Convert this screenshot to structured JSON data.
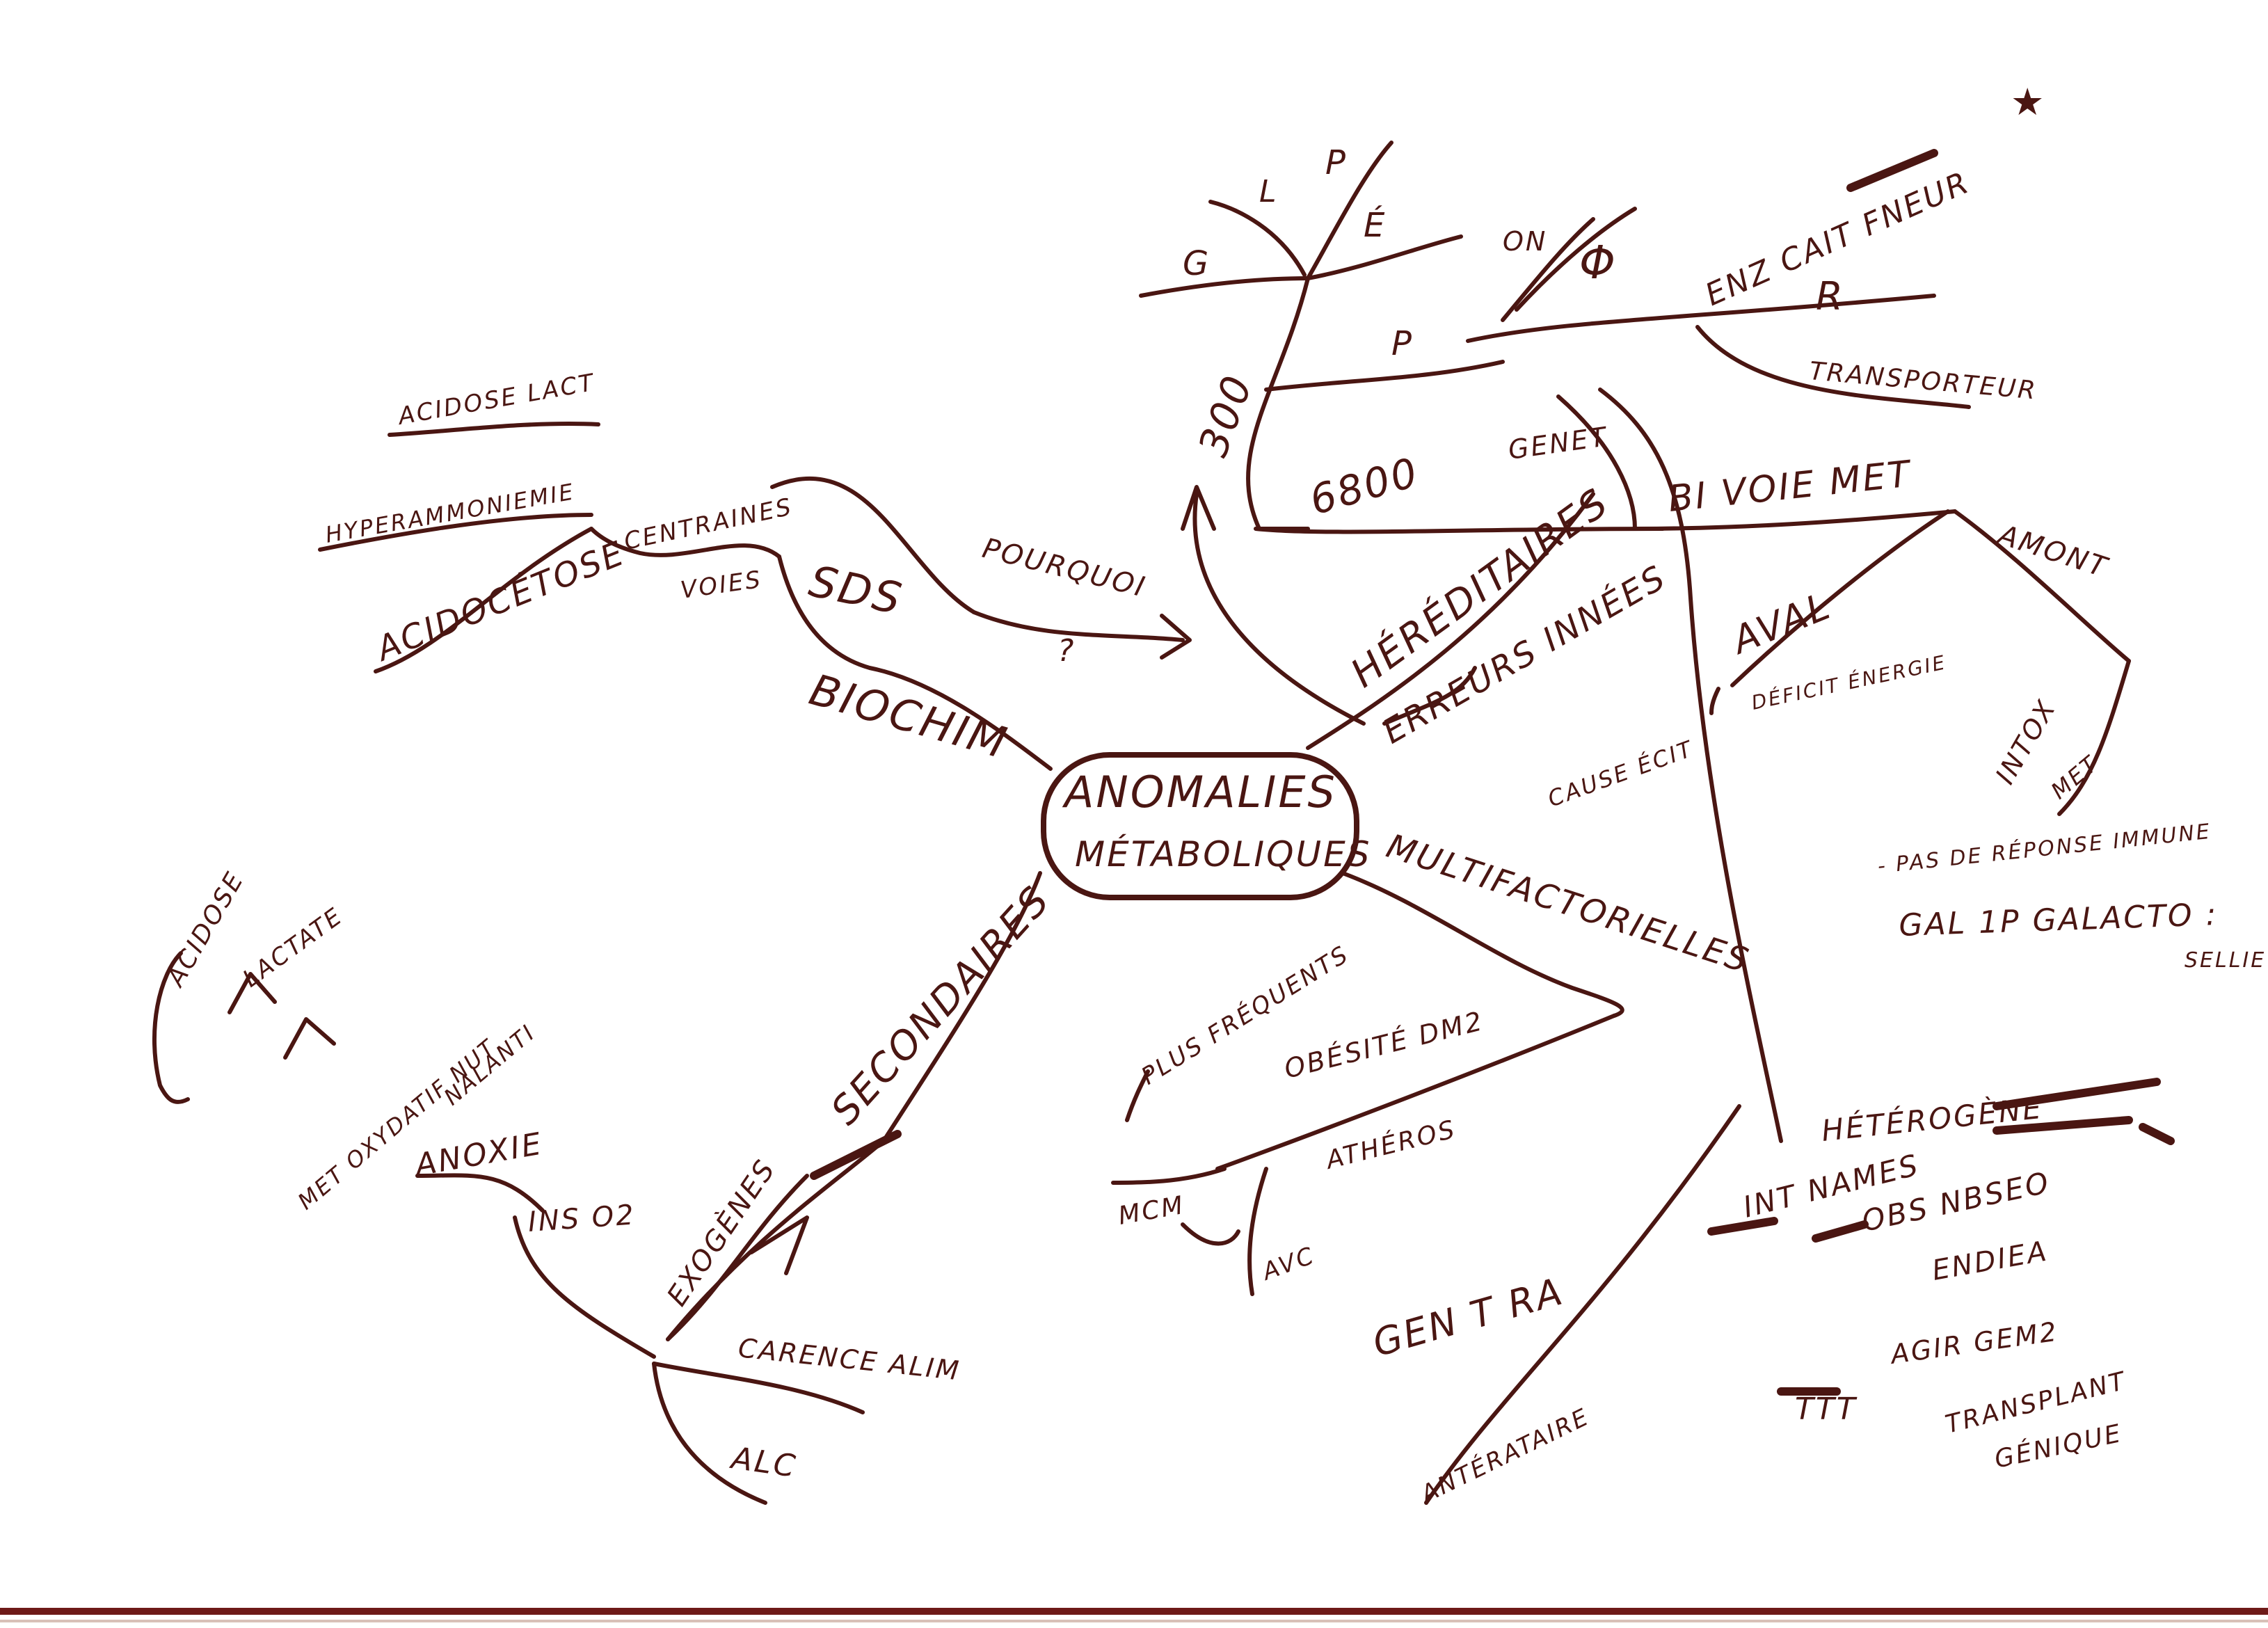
{
  "colors": {
    "ink": "#4a1612",
    "paper": "#ffffff",
    "border": "#6e1a18"
  },
  "center": {
    "line1": "ANOMALIES",
    "line2": "MÉTABOLIQUES"
  },
  "biochim": {
    "biochim": "BIOCHIM",
    "sds": "SDS",
    "voies": "VOIES",
    "centraines": "CENTRAINES",
    "acidose_lactique": "ACIDOSE LACT",
    "hyperammoniemie": "HYPERAMMONIEMIE",
    "acidocetose": "ACIDOCÉTOSE",
    "pourquoi": "POURQUOI",
    "question": "?"
  },
  "heredit": {
    "hereditaires": "HÉRÉDITAIRES",
    "erreurs_innees": "ERREURS INNÉES",
    "e6800": "6800",
    "genet": "GENET",
    "e300": "300",
    "g": "G",
    "l": "L",
    "p": "P",
    "e": "É",
    "p2": "P",
    "on": "ON",
    "phi": "Φ",
    "enz_cait_fneur": "ENZ CAIT FNEUR",
    "star": "★",
    "r": "R",
    "transporteur": "TRANSPORTEUR",
    "bi_voie_met": "BI VOIE MET",
    "amont": "AMONT",
    "aval": "AVAL",
    "deficit_energie": "DÉFICIT ÉNERGIE",
    "intox": "INTOX",
    "met": "MET",
    "pas_de_reponse_immune": "- PAS DE RÉPONSE IMMUNE",
    "gal_1p_galacto": "GAL 1P GALACTO :",
    "sellie": "SELLIE",
    "cause_ecit": "CAUSE ÉCIT"
  },
  "multi": {
    "multifactorielles": "MULTIFACTORIELLES",
    "plus_frequents": "PLUS FRÉQUENTS",
    "obesite_dm2": "OBÉSITÉ DM2",
    "atheros": "ATHÉROS",
    "mcm": "MCM",
    "avc": "AVC",
    "gen_t_ra": "GEN T RA",
    "ant_ra_ataire": "ANTÉRATAIRE"
  },
  "heterogene": {
    "heterogene": "HÉTÉROGÈNE",
    "int_names": "INT NAMES",
    "obs_nbseo": "OBS NBSEO",
    "endiea": "ENDIEA",
    "ttt": "TTT",
    "agir_gem2": "AGIR GEM2",
    "transplant": "TRANSPLANT",
    "genique": "GÉNIQUE"
  },
  "secondaires": {
    "secondaires": "SECONDAIRES",
    "exogenes": "EXOGÈNES",
    "anoxie": "ANOXIE",
    "ins_o2": "INS O2",
    "carence_alim": "CARENCE ALIM",
    "alc": "ALC",
    "acidose": "ACIDOSE",
    "lactate": "LACTATE",
    "met_oxydatif_nut": "MET OXYDATIF NUT",
    "nalanti": "NALANTI"
  }
}
